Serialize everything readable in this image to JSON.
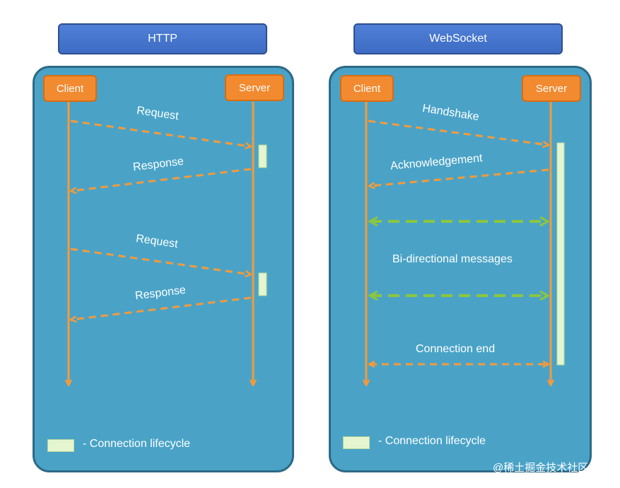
{
  "http": {
    "title": "HTTP",
    "client": "Client",
    "server": "Server",
    "messages": [
      "Request",
      "Response",
      "Request",
      "Response"
    ],
    "legend": "- Connection lifecycle"
  },
  "websocket": {
    "title": "WebSocket",
    "client": "Client",
    "server": "Server",
    "handshake": "Handshake",
    "acknowledgement": "Acknowledgement",
    "bidirectional": "Bi-directional messages",
    "connection_end": "Connection end",
    "legend": "- Connection lifecycle"
  },
  "watermark": "@稀土掘金技术社区",
  "colors": {
    "panel": "#4aa3c7",
    "actor": "#f28a30",
    "arrow_orange": "#f59a3a",
    "arrow_green": "#8cc63e",
    "lifecycle": "#e4f5cf"
  }
}
